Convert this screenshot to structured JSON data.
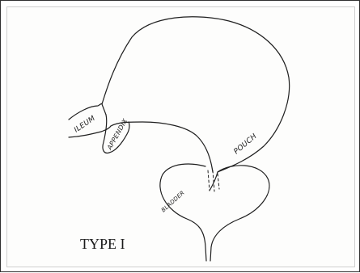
{
  "diagram": {
    "labels": {
      "ileum": "ILEUM",
      "appendix": "APPENDIX",
      "pouch": "POUCH",
      "bladder": "BLADDER"
    },
    "title": "TYPE I"
  }
}
